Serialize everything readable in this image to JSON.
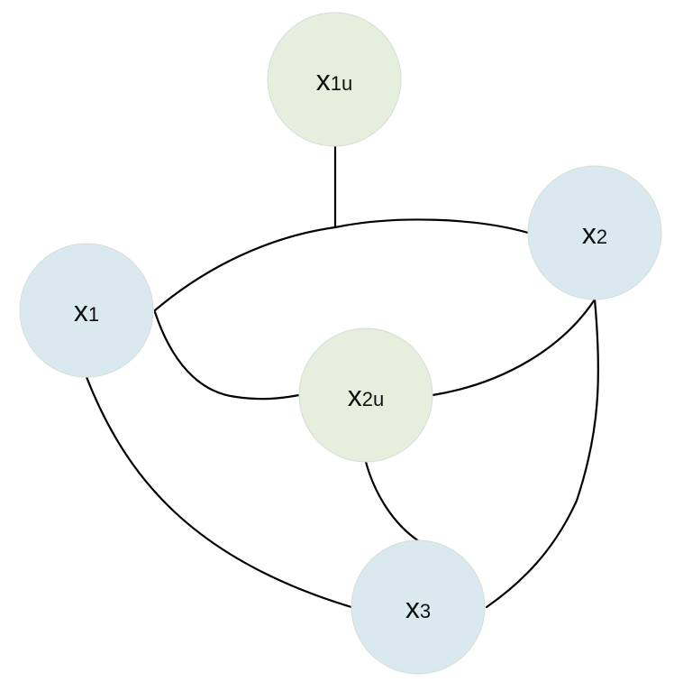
{
  "colors": {
    "observed_node_fill": "#DAE9F0",
    "latent_node_fill": "#E6EEDD",
    "node_stroke": "#D6DDD6",
    "edge": "#000000",
    "background": "#FFFFFF"
  },
  "nodes": {
    "x1u": {
      "main": "x",
      "sub": "1u",
      "kind": "latent"
    },
    "x2u": {
      "main": "x",
      "sub": "2u",
      "kind": "latent"
    },
    "x1": {
      "main": "x",
      "sub": "1",
      "kind": "observed"
    },
    "x2": {
      "main": "x",
      "sub": "2",
      "kind": "observed"
    },
    "x3": {
      "main": "x",
      "sub": "3",
      "kind": "observed"
    }
  }
}
